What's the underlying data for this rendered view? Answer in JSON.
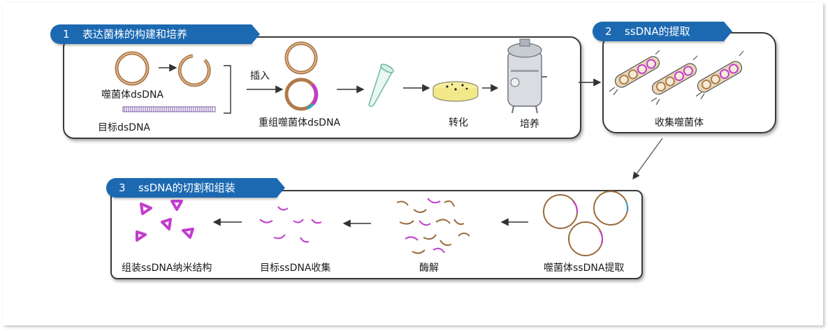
{
  "steps": [
    {
      "num": "1",
      "title": "表达菌株的构建和培养"
    },
    {
      "num": "2",
      "title": "ssDNA的提取"
    },
    {
      "num": "3",
      "title": "ssDNA的切割和组装"
    }
  ],
  "step1": {
    "phage_dsdna": "噬菌体dsDNA",
    "target_dsdna": "目标dsDNA",
    "insert": "插入",
    "recombinant": "重组噬菌体dsDNA",
    "transform": "转化",
    "culture": "培养"
  },
  "step2": {
    "collect_phage": "收集噬菌体"
  },
  "step3": {
    "assemble": "组装ssDNA纳米结构",
    "collect_target": "目标ssDNA收集",
    "enzyme": "酶解",
    "extract": "噬菌体ssDNA提取"
  },
  "colors": {
    "badge_blue": "#1c69b2",
    "dna_brown": "#b07a4a",
    "insert_magenta": "#c23ccf",
    "cyan": "#2fa5c9",
    "arrow": "#333333"
  }
}
